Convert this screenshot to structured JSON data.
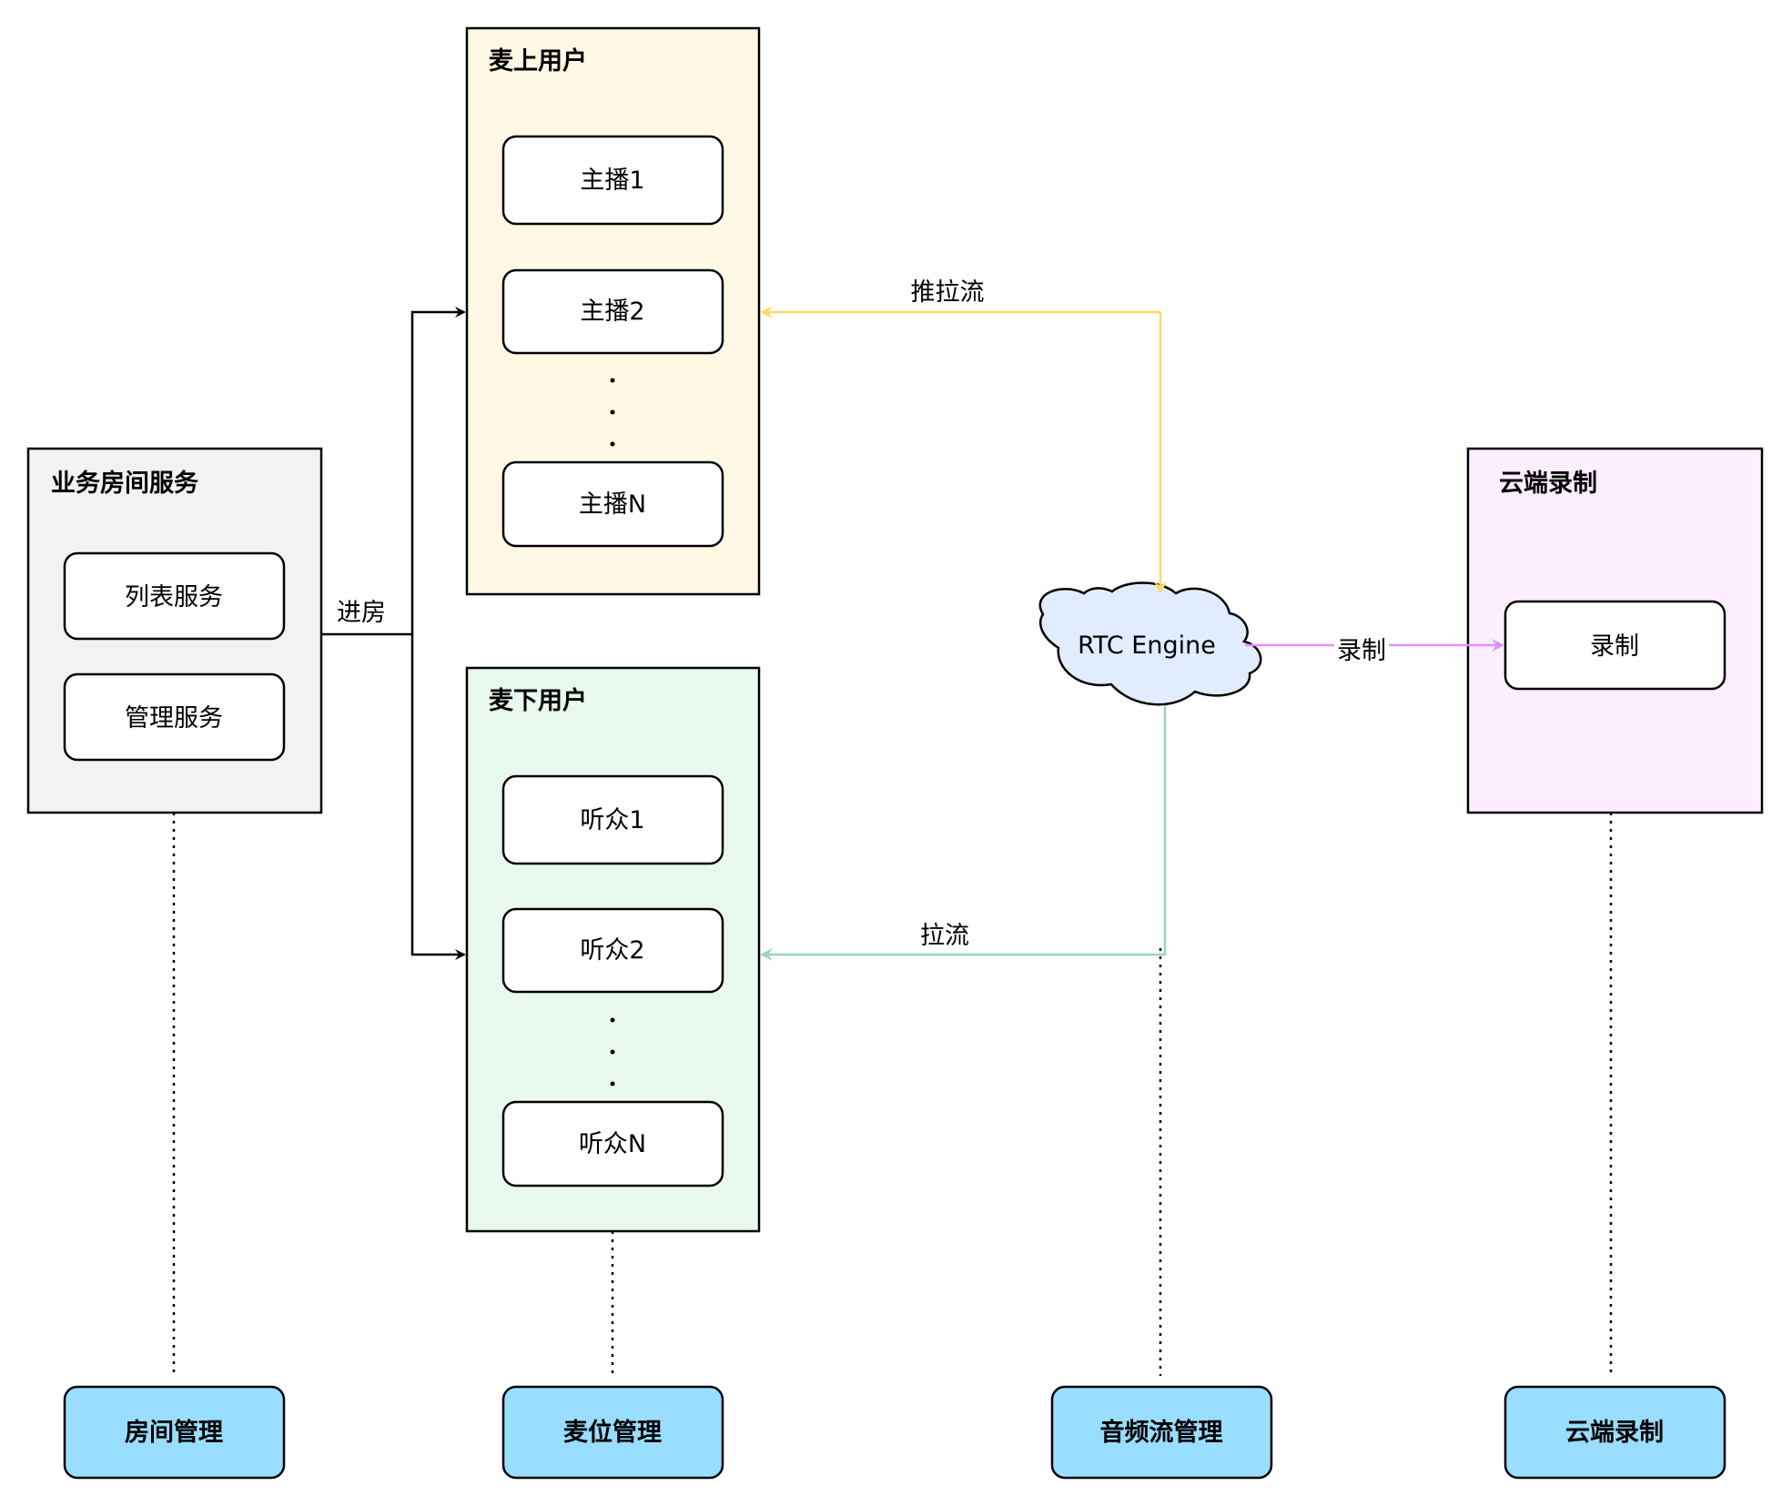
{
  "containers": {
    "room_service": {
      "title": "业务房间服务",
      "items": [
        "列表服务",
        "管理服务"
      ],
      "fill": "#f2f2f2"
    },
    "on_mic": {
      "title": "麦上用户",
      "items": [
        "主播1",
        "主播2",
        "主播N"
      ],
      "fill": "#fff8e5"
    },
    "off_mic": {
      "title": "麦下用户",
      "items": [
        "听众1",
        "听众2",
        "听众N"
      ],
      "fill": "#e8f8ee"
    },
    "cloud_recording": {
      "title": "云端录制",
      "items": [
        "录制"
      ],
      "fill": "#fdeeff"
    }
  },
  "rtc_engine": {
    "label": "RTC Engine",
    "fill": "#e1ecff"
  },
  "edges": {
    "enter_room": "进房",
    "push_pull": "推拉流",
    "pull": "拉流",
    "record": "录制"
  },
  "modules": [
    "房间管理",
    "麦位管理",
    "音频流管理",
    "云端录制"
  ],
  "colors": {
    "stroke": "#000000",
    "push_pull_line": "#ffd966",
    "pull_line": "#99d5b3",
    "record_line": "#dd92ff",
    "module_fill": "#99ddff"
  }
}
